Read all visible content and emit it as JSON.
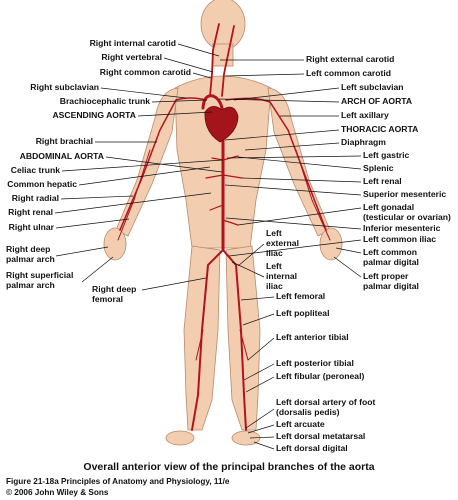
{
  "labels_left": [
    {
      "id": "right-internal-carotid",
      "text": "Right internal carotid"
    },
    {
      "id": "right-vertebral",
      "text": "Right vertebral"
    },
    {
      "id": "right-common-carotid",
      "text": "Right common carotid"
    },
    {
      "id": "right-subclavian",
      "text": "Right subclavian"
    },
    {
      "id": "brachiocephalic-trunk",
      "text": "Brachiocephalic trunk"
    },
    {
      "id": "ascending-aorta",
      "text": "ASCENDING AORTA"
    },
    {
      "id": "right-brachial",
      "text": "Right brachial"
    },
    {
      "id": "abdominal-aorta",
      "text": "ABDOMINAL AORTA"
    },
    {
      "id": "celiac-trunk",
      "text": "Celiac trunk"
    },
    {
      "id": "common-hepatic",
      "text": "Common hepatic"
    },
    {
      "id": "right-radial",
      "text": "Right radial"
    },
    {
      "id": "right-renal",
      "text": "Right renal"
    },
    {
      "id": "right-ulnar",
      "text": "Right ulnar"
    },
    {
      "id": "right-deep-palmar-arch",
      "text": "Right deep|palmar arch"
    },
    {
      "id": "right-superficial-palmar-arch",
      "text": "Right superficial|palmar arch"
    },
    {
      "id": "right-deep-femoral",
      "text": "Right deep|femoral"
    }
  ],
  "labels_right": [
    {
      "id": "right-external-carotid",
      "text": "Right external carotid"
    },
    {
      "id": "left-common-carotid",
      "text": "Left common carotid"
    },
    {
      "id": "left-subclavian",
      "text": "Left subclavian"
    },
    {
      "id": "arch-of-aorta",
      "text": "ARCH OF AORTA"
    },
    {
      "id": "left-axillary",
      "text": "Left axillary"
    },
    {
      "id": "thoracic-aorta",
      "text": "THORACIC AORTA"
    },
    {
      "id": "diaphragm",
      "text": "Diaphragm"
    },
    {
      "id": "left-gastric",
      "text": "Left gastric"
    },
    {
      "id": "splenic",
      "text": "Splenic"
    },
    {
      "id": "left-renal",
      "text": "Left renal"
    },
    {
      "id": "superior-mesenteric",
      "text": "Superior mesenteric"
    },
    {
      "id": "left-gonadal",
      "text": "Left gonadal|(testicular or ovarian)"
    },
    {
      "id": "inferior-mesenteric",
      "text": "Inferior mesenteric"
    },
    {
      "id": "left-common-iliac",
      "text": "Left common iliac"
    },
    {
      "id": "left-common-palmar-digital",
      "text": "Left common|palmar digital"
    },
    {
      "id": "left-proper-palmar-digital",
      "text": "Left proper|palmar digital"
    },
    {
      "id": "left-external-iliac",
      "text": "Left|external|iliac"
    },
    {
      "id": "left-internal-iliac",
      "text": "Left|internal|iliac"
    },
    {
      "id": "left-femoral",
      "text": "Left femoral"
    },
    {
      "id": "left-popliteal",
      "text": "Left popliteal"
    },
    {
      "id": "left-anterior-tibial",
      "text": "Left anterior tibial"
    },
    {
      "id": "left-posterior-tibial",
      "text": "Left posterior tibial"
    },
    {
      "id": "left-fibular",
      "text": "Left fibular (peroneal)"
    },
    {
      "id": "left-dorsal-artery-of-foot",
      "text": "Left dorsal artery of foot|(dorsalis pedis)"
    },
    {
      "id": "left-arcuate",
      "text": "Left arcuate"
    },
    {
      "id": "left-dorsal-metatarsal",
      "text": "Left dorsal metatarsal"
    },
    {
      "id": "left-dorsal-digital",
      "text": "Left dorsal digital"
    }
  ],
  "caption": "Overall anterior view of the principal branches of the aorta",
  "figure_credit": "Figure 21-18a  Principles of Anatomy and Physiology, 11/e",
  "copyright": "© 2006 John Wiley & Sons",
  "colors": {
    "artery": "#b2141c",
    "skin": "#f2cdb0",
    "heart": "#a3141b",
    "text": "#111111"
  }
}
